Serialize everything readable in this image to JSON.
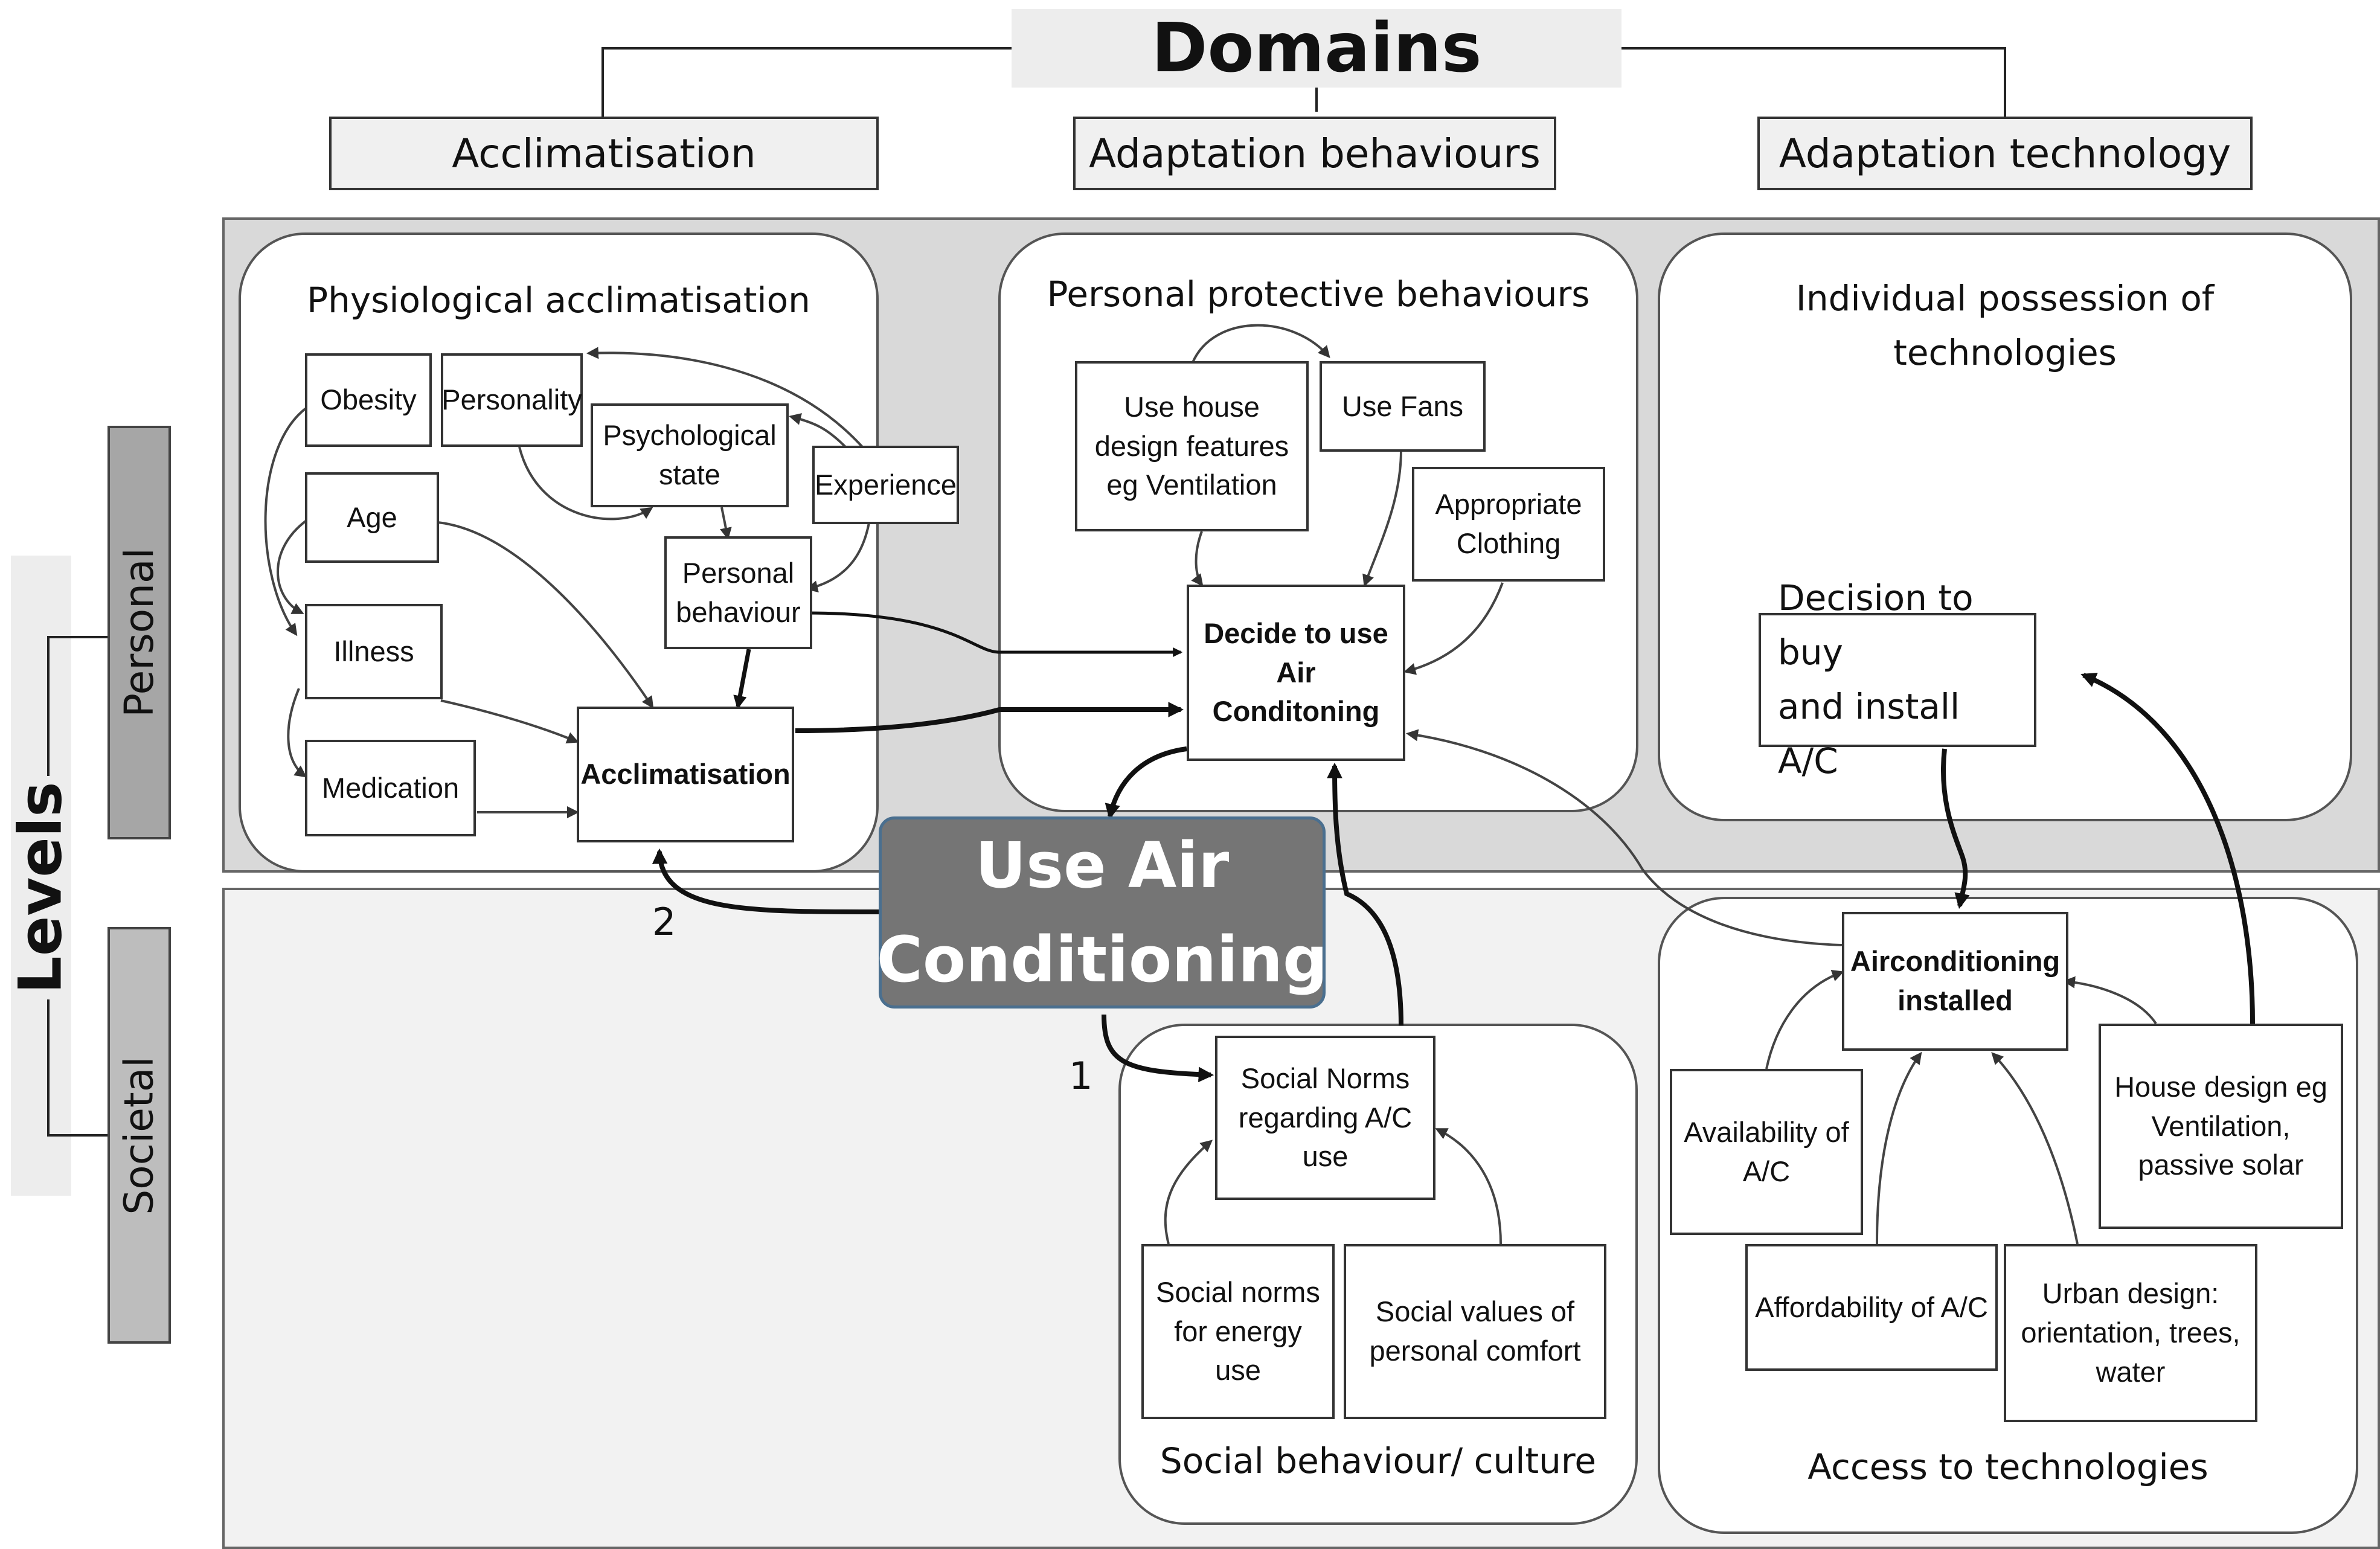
{
  "title": "Domains",
  "levels_label": "Levels",
  "levels": {
    "personal": "Personal",
    "societal": "Societal"
  },
  "domains": {
    "acclimatisation": "Acclimatisation",
    "behaviours": "Adaptation behaviours",
    "technology": "Adaptation technology"
  },
  "panels": {
    "physiological": "Physiological acclimatisation",
    "protective": "Personal protective behaviours",
    "possession_line1": "Individual possession of",
    "possession_line2": "technologies",
    "social": "Social behaviour/ culture",
    "access": "Access to technologies"
  },
  "nodes": {
    "obesity": "Obesity",
    "personality": "Personality",
    "psych_line1": "Psychological",
    "psych_line2": "state",
    "experience": "Experience",
    "age": "Age",
    "illness": "Illness",
    "medication": "Medication",
    "personal_beh_line1": "Personal",
    "personal_beh_line2": "behaviour",
    "acclimatisation": "Acclimatisation",
    "house_design_line1": "Use house",
    "house_design_line2": "design features",
    "house_design_line3": "eg Ventilation",
    "use_fans": "Use Fans",
    "clothing_line1": "Appropriate",
    "clothing_line2": "Clothing",
    "decide_line1": "Decide to use",
    "decide_line2": "Air",
    "decide_line3": "Conditoning",
    "decision_buy_line1": "Decision to buy",
    "decision_buy_line2": "and install A/C",
    "use_ac_line1": "Use Air",
    "use_ac_line2": "Conditioning",
    "social_norms_line1": "Social Norms",
    "social_norms_line2": "regarding A/C",
    "social_norms_line3": "use",
    "norms_energy_line1": "Social norms",
    "norms_energy_line2": "for energy",
    "norms_energy_line3": "use",
    "values_line1": "Social values of",
    "values_line2": "personal comfort",
    "installed_line1": "Airconditioning",
    "installed_line2": "installed",
    "availability_line1": "Availability of",
    "availability_line2": "A/C",
    "affordability": "Affordability of A/C",
    "urban_line1": "Urban design:",
    "urban_line2": "orientation, trees,",
    "urban_line3": "water",
    "house_eg_line1": "House design eg",
    "house_eg_line2": "Ventilation,",
    "house_eg_line3": "passive solar"
  },
  "path_labels": {
    "one": "1",
    "two": "2"
  },
  "colors": {
    "personal_band": "#d9d9d9",
    "societal_band": "#f2f2f2",
    "level_tab": "#a6a6a6",
    "use_ac_fill": "#757575",
    "use_ac_border": "#4a6f8f",
    "domain_box": "#f0f0f0"
  }
}
